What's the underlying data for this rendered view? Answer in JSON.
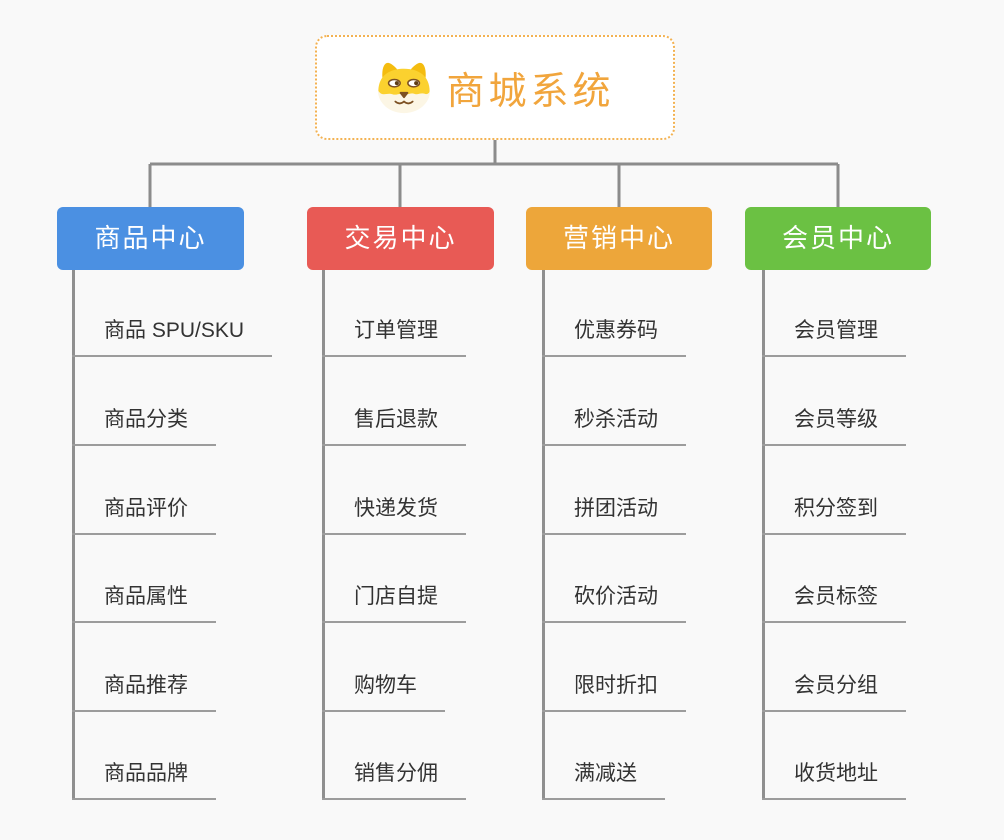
{
  "app": {
    "background_color": "#F9F9F9",
    "connector_color": "#8C8C8C",
    "leaf_line_color": "#9C9C9C",
    "leaf_text_color": "#333333"
  },
  "root": {
    "title": "商城系统",
    "icon": "dog-face-icon",
    "accent_color": "#F1A53C",
    "border_color": "#F3B252"
  },
  "branches": [
    {
      "label": "商品中心",
      "color": "#4B90E2",
      "children": [
        "商品 SPU/SKU",
        "商品分类",
        "商品评价",
        "商品属性",
        "商品推荐",
        "商品品牌"
      ]
    },
    {
      "label": "交易中心",
      "color": "#E85A55",
      "children": [
        "订单管理",
        "售后退款",
        "快递发货",
        "门店自提",
        "购物车",
        "销售分佣"
      ]
    },
    {
      "label": "营销中心",
      "color": "#EDA63A",
      "children": [
        "优惠券码",
        "秒杀活动",
        "拼团活动",
        "砍价活动",
        "限时折扣",
        "满减送"
      ]
    },
    {
      "label": "会员中心",
      "color": "#6BC143",
      "children": [
        "会员管理",
        "会员等级",
        "积分签到",
        "会员标签",
        "会员分组",
        "收货地址"
      ]
    }
  ]
}
